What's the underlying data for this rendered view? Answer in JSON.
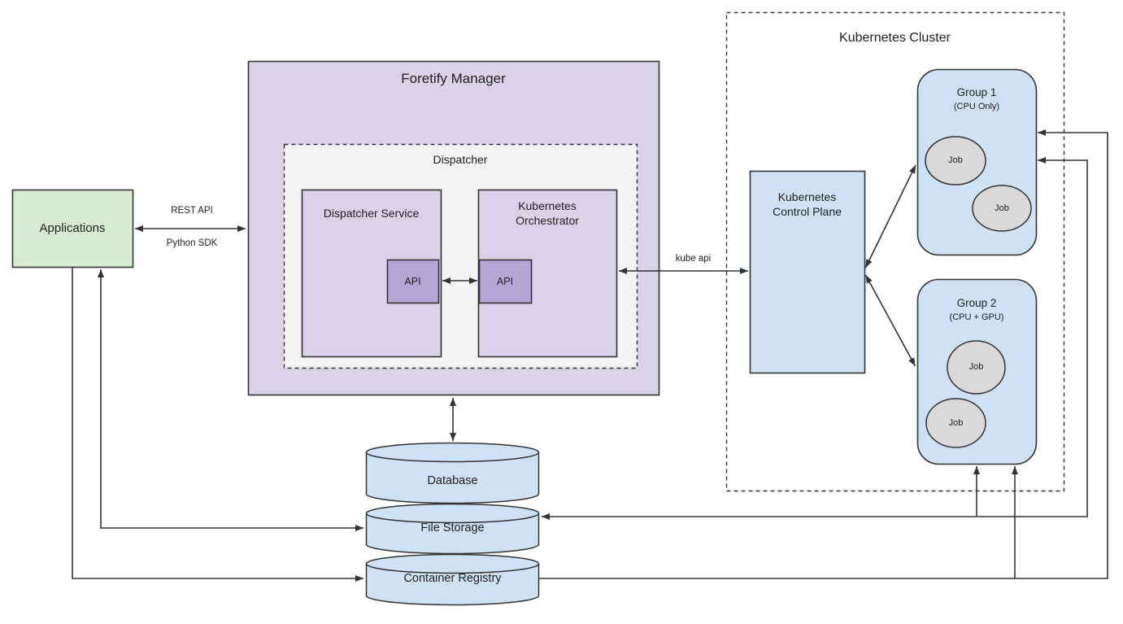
{
  "diagram": {
    "applications": {
      "label": "Applications"
    },
    "connections": {
      "rest_api": "REST API",
      "python_sdk": "Python SDK",
      "kube_api": "kube api"
    },
    "manager": {
      "title": "Foretify Manager",
      "dispatcher": {
        "title": "Dispatcher",
        "service": {
          "label": "Dispatcher Service",
          "api": "API"
        },
        "orchestrator": {
          "label": "Kubernetes Orchestrator",
          "api": "API"
        }
      }
    },
    "cluster": {
      "title": "Kubernetes Cluster",
      "control_plane": {
        "label": "Kubernetes Control Plane"
      },
      "group1": {
        "title": "Group 1",
        "subtitle": "(CPU Only)",
        "jobs": [
          "Job",
          "Job"
        ]
      },
      "group2": {
        "title": "Group 2",
        "subtitle": "(CPU + GPU)",
        "jobs": [
          "Job",
          "Job"
        ]
      }
    },
    "storage": {
      "database": {
        "label": "Database"
      },
      "file_storage": {
        "label": "File Storage"
      },
      "container_registry": {
        "label": "Container Registry"
      }
    },
    "colors": {
      "applications_fill": "#d9ead3",
      "manager_fill": "#d9d2e9",
      "dispatcher_fill": "#f3f3f3",
      "api_fill": "#b4a7d6",
      "blue_fill": "#cfe2f3",
      "job_fill": "#d9d9d9",
      "stroke": "#333333"
    }
  }
}
